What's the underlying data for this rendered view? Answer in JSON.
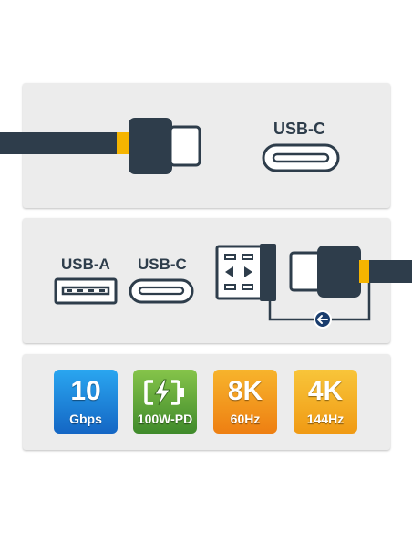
{
  "panel_top": {
    "port_label": "USB-C"
  },
  "panel_middle": {
    "port_a_label": "USB-A",
    "port_c_label": "USB-C"
  },
  "badges": [
    {
      "main": "10",
      "sub": "Gbps",
      "color": "#1b82d6"
    },
    {
      "main": "",
      "sub": "100W-PD",
      "color": "#5fa33a",
      "icon": "charging-battery-icon"
    },
    {
      "main": "8K",
      "sub": "60Hz",
      "color": "#f39a1b"
    },
    {
      "main": "4K",
      "sub": "144Hz",
      "color": "#f5ad1f"
    }
  ],
  "colors": {
    "cable": "#2e3d4b",
    "collar": "#f5b400",
    "arrow": "#1a3d6e",
    "panel": "#ececec"
  }
}
